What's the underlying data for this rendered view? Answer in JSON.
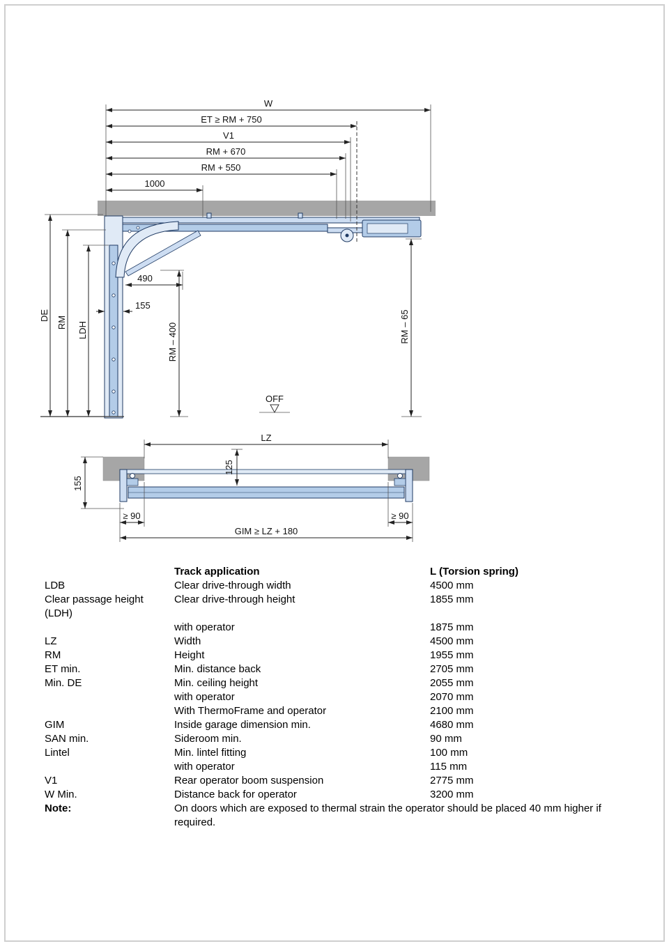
{
  "side": {
    "w": "W",
    "et": "ET ≥ RM + 750",
    "v1": "V1",
    "rm670": "RM + 670",
    "rm550": "RM + 550",
    "d1000": "1000",
    "d490": "490",
    "d155": "155",
    "rm400": "RM – 400",
    "rm65": "RM – 65",
    "de": "DE",
    "rm": "RM",
    "ldh": "LDH",
    "off": "OFF"
  },
  "plan": {
    "lz": "LZ",
    "d125": "125",
    "d155": "155",
    "ge90_left": "≥ 90",
    "ge90_right": "≥ 90",
    "gim": "GIM ≥ LZ + 180"
  },
  "table": {
    "headers": {
      "application": "Track application",
      "spring": "L (Torsion spring)"
    },
    "rows": [
      {
        "term": "LDB",
        "desc": "Clear drive-through width",
        "value": "4500 mm"
      },
      {
        "term": "Clear passage height (LDH)",
        "desc": "Clear drive-through height",
        "value": "1855 mm"
      },
      {
        "term": "",
        "desc": "with operator",
        "value": "1875 mm"
      },
      {
        "term": "LZ",
        "desc": "Width",
        "value": "4500 mm"
      },
      {
        "term": "RM",
        "desc": "Height",
        "value": "1955 mm"
      },
      {
        "term": "ET min.",
        "desc": "Min. distance back",
        "value": "2705 mm"
      },
      {
        "term": "Min. DE",
        "desc": "Min. ceiling height",
        "value": "2055 mm"
      },
      {
        "term": "",
        "desc": "with operator",
        "value": "2070 mm"
      },
      {
        "term": "",
        "desc": "With ThermoFrame and operator",
        "value": "2100 mm"
      },
      {
        "term": "GIM",
        "desc": "Inside garage dimension min.",
        "value": "4680 mm"
      },
      {
        "term": "SAN min.",
        "desc": "Sideroom min.",
        "value": "90 mm"
      },
      {
        "term": "Lintel",
        "desc": "Min. lintel fitting",
        "value": "100 mm"
      },
      {
        "term": "",
        "desc": "with operator",
        "value": "115 mm"
      },
      {
        "term": "V1",
        "desc": "Rear operator boom suspension",
        "value": "2775 mm"
      },
      {
        "term": "W Min.",
        "desc": "Distance back for operator",
        "value": "3200 mm"
      }
    ],
    "note": {
      "label": "Note:",
      "text": "On doors which are exposed to thermal strain the operator should be placed 40 mm higher if required."
    }
  }
}
